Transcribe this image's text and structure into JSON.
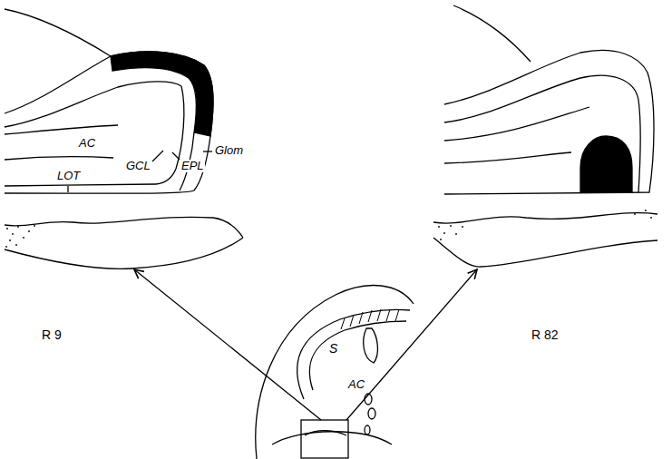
{
  "diagram": {
    "labels": [
      "AC",
      "Glom",
      "GCL",
      "EPL",
      "LOT",
      "R 9",
      "R 82",
      "S",
      "AC"
    ]
  }
}
